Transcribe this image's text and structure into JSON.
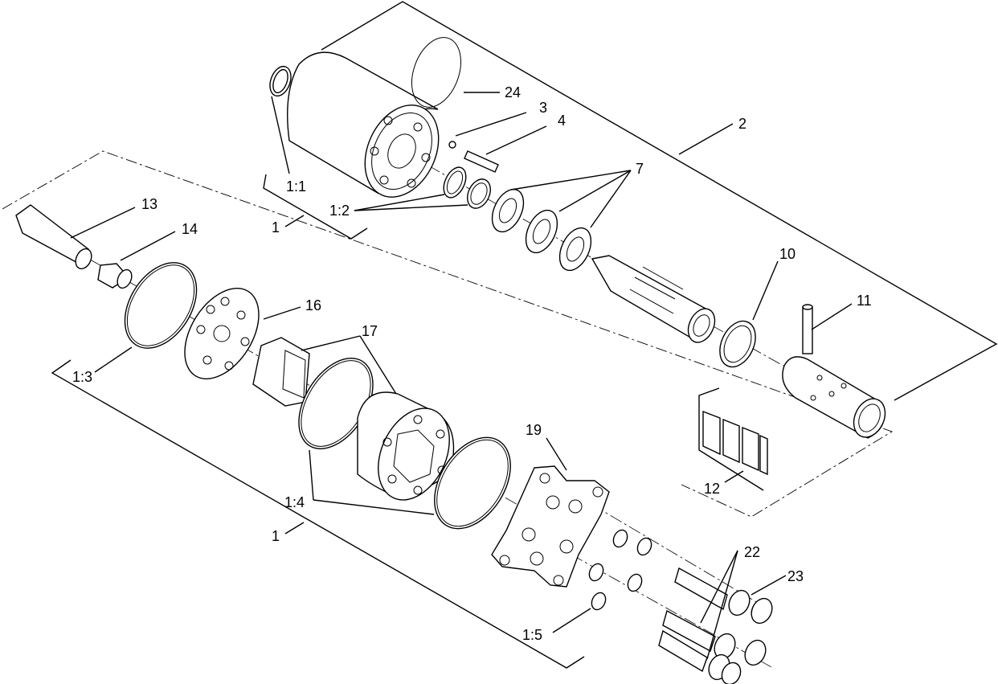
{
  "diagram": {
    "callouts": {
      "c24": "24",
      "c3": "3",
      "c4": "4",
      "c2": "2",
      "c7": "7",
      "c1_1": "1:1",
      "c1_2": "1:2",
      "c1_top": "1",
      "c13": "13",
      "c14": "14",
      "c16": "16",
      "c17": "17",
      "c10": "10",
      "c11": "11",
      "c1_3": "1:3",
      "c12": "12",
      "c19": "19",
      "c1_4": "1:4",
      "c1_mid": "1",
      "c22": "22",
      "c23": "23",
      "c1_5": "1:5"
    }
  }
}
